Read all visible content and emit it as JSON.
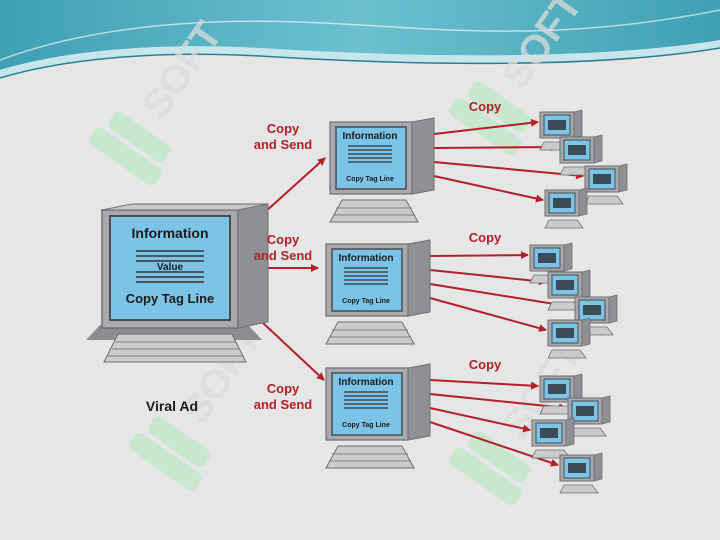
{
  "colors": {
    "background": "#e6e6e6",
    "banner_teal": "#4fb0c2",
    "banner_light": "#a6dbe3",
    "monitor_frame": "#a7a9ac",
    "monitor_dark": "#6d6f72",
    "screen": "#7cc3e8",
    "arrow": "#b3202a",
    "label_red": "#b3202a",
    "watermark": "#bfe8c8"
  },
  "main_monitor": {
    "heading": "Information",
    "value": "Value",
    "tagline": "Copy Tag Line",
    "caption": "Viral Ad"
  },
  "mid_monitors": [
    {
      "heading": "Information",
      "tagline": "Copy Tag Line",
      "send_label_1": "Copy",
      "send_label_2": "and Send",
      "copy_label": "Copy"
    },
    {
      "heading": "Information",
      "tagline": "Copy Tag Line",
      "send_label_1": "Copy",
      "send_label_2": "and Send",
      "copy_label": "Copy"
    },
    {
      "heading": "Information",
      "tagline": "Copy Tag Line",
      "send_label_1": "Copy",
      "send_label_2": "and Send",
      "copy_label": "Copy"
    }
  ],
  "watermark": {
    "text": "SOFT",
    "icon": "logo-mark"
  }
}
